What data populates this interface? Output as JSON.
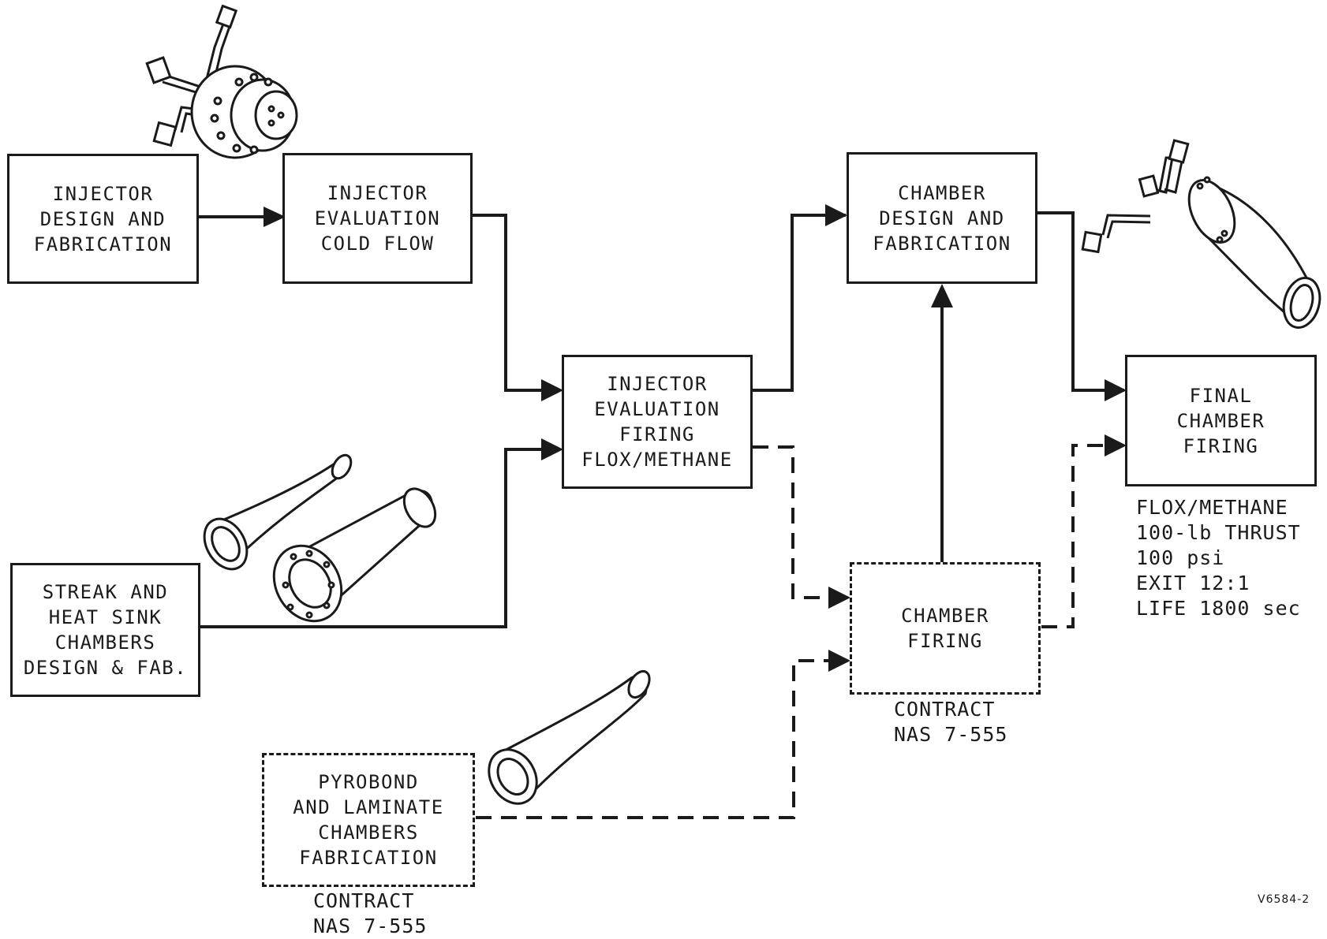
{
  "boxes": {
    "injector_design": [
      "INJECTOR",
      "DESIGN AND",
      "FABRICATION"
    ],
    "injector_cold_flow": [
      "INJECTOR",
      "EVALUATION",
      "COLD FLOW"
    ],
    "injector_firing": [
      "INJECTOR",
      "EVALUATION",
      "FIRING",
      "FLOX/METHANE"
    ],
    "chamber_design": [
      "CHAMBER",
      "DESIGN AND",
      "FABRICATION"
    ],
    "final_chamber_firing": [
      "FINAL",
      "CHAMBER",
      "FIRING"
    ],
    "streak_chambers": [
      "STREAK AND",
      "HEAT SINK",
      "CHAMBERS",
      "DESIGN & FAB."
    ],
    "chamber_firing": [
      "CHAMBER",
      "FIRING"
    ],
    "pyrobond_chambers": [
      "PYROBOND",
      "AND LAMINATE",
      "CHAMBERS",
      "FABRICATION"
    ]
  },
  "captions": {
    "chamber_firing_contract": [
      "CONTRACT",
      "NAS 7-555"
    ],
    "pyrobond_contract": [
      "CONTRACT",
      "NAS 7-555"
    ]
  },
  "final_specs": [
    "FLOX/METHANE",
    "100-lb THRUST",
    "100 psi",
    "EXIT 12:1",
    "LIFE 1800 sec"
  ],
  "figure_code": "V6584-2",
  "icons": [
    "injector-assembly-icon",
    "chamber-assembly-icon",
    "streak-chamber-icon",
    "heat-sink-chamber-icon",
    "pyrobond-chamber-icon"
  ]
}
